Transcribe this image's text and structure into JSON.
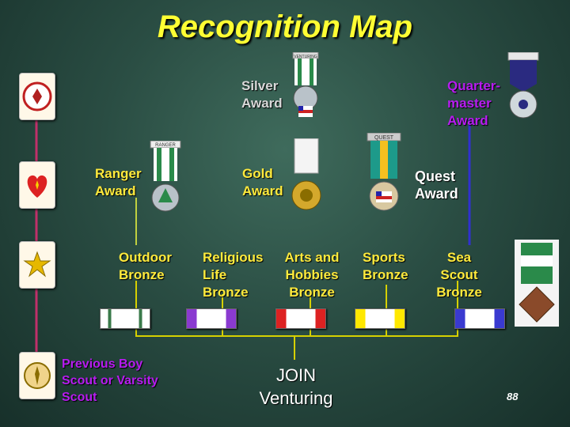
{
  "title": "Recognition Map",
  "awards": {
    "silver": "Silver Award",
    "quartermaster": "Quarter-master Award",
    "ranger": "Ranger Award",
    "gold": "Gold Award",
    "quest": "Quest Award"
  },
  "bronze": {
    "outdoor": "Outdoor Bronze",
    "religious": "Religious Life Bronze",
    "arts": "Arts and Hobbies Bronze",
    "sports": "Sports Bronze",
    "sea": "Sea Scout Bronze"
  },
  "previous": "Previous Boy Scout or Varsity Scout",
  "join": "JOIN Venturing",
  "page_number": "88",
  "medal_ribbons": {
    "silver": "VENTURING",
    "ranger": "RANGER",
    "quest": "QUEST"
  },
  "colors": {
    "title": "#ffff33",
    "label_gray": "#d8d8d8",
    "label_yellow": "#ffea3c",
    "label_purple": "#b71cf0",
    "rank_line": "#c0306a",
    "ranger_line": "#c0d040",
    "bracket_line": "#d6d000",
    "quartermaster_line": "#3030d0"
  }
}
